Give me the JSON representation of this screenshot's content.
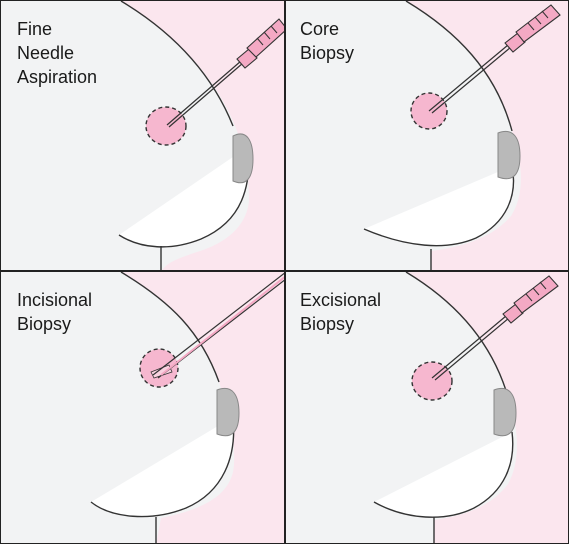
{
  "panels": [
    {
      "id": "fine-needle-aspiration",
      "label": "Fine\nNeedle\nAspiration",
      "instrument": "syringe"
    },
    {
      "id": "core-biopsy",
      "label": "Core\nBiopsy",
      "instrument": "syringe"
    },
    {
      "id": "incisional-biopsy",
      "label": "Incisional\nBiopsy",
      "instrument": "long-needle"
    },
    {
      "id": "excisional-biopsy",
      "label": "Excisional\nBiopsy",
      "instrument": "syringe"
    }
  ],
  "colors": {
    "skin_background": "#fbe6ee",
    "body_fill": "#f2f3f4",
    "lesion": "#f6b7cf",
    "syringe": "#f4a9c4",
    "outline": "#333333",
    "nipple": "#b9b9b9"
  }
}
